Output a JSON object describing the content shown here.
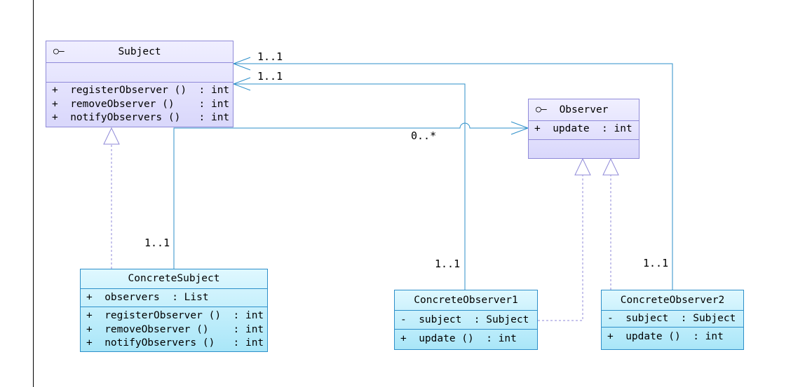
{
  "subject": {
    "tag": "○—",
    "name": "Subject",
    "operations": [
      "+  registerObserver ()  : int",
      "+  removeObserver ()    : int",
      "+  notifyObservers ()   : int"
    ]
  },
  "observer": {
    "tag": "○—",
    "name": "Observer",
    "operations": [
      "+  update  : int"
    ]
  },
  "concrete_subject": {
    "name": "ConcreteSubject",
    "attributes": [
      "+  observers  : List"
    ],
    "operations": [
      "+  registerObserver ()  : int",
      "+  removeObserver ()    : int",
      "+  notifyObservers ()   : int"
    ]
  },
  "concrete_observer1": {
    "name": "ConcreteObserver1",
    "attributes": [
      "-  subject  : Subject"
    ],
    "operations": [
      "+  update ()  : int"
    ]
  },
  "concrete_observer2": {
    "name": "ConcreteObserver2",
    "attributes": [
      "-  subject  : Subject"
    ],
    "operations": [
      "+  update ()  : int"
    ]
  },
  "multiplicities": {
    "subject_top": "1..1",
    "subject_mid": "1..1",
    "observer_many": "0..*",
    "concrete_subject": "1..1",
    "concrete_observer1": "1..1",
    "concrete_observer2": "1..1"
  },
  "colors": {
    "interface_fill": "#d9d7fb",
    "interface_border": "#8f8ad8",
    "class_fill": "#a9e6f8",
    "class_border": "#2d8fc9",
    "association_line": "#2d8fc9",
    "realization_line": "#8f8ad8"
  }
}
